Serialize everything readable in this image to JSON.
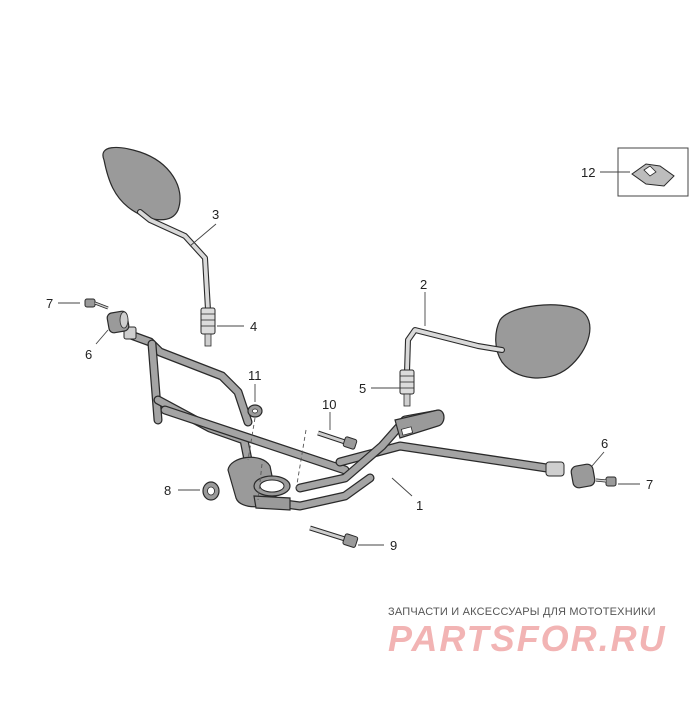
{
  "callouts": {
    "c1": "1",
    "c2": "2",
    "c3": "3",
    "c4": "4",
    "c5": "5",
    "c6a": "6",
    "c6b": "6",
    "c7a": "7",
    "c7b": "7",
    "c8": "8",
    "c9": "9",
    "c10": "10",
    "c11": "11",
    "c12": "12"
  },
  "watermark": {
    "tagline": "ЗАПЧАСТИ И АКСЕССУАРЫ ДЛЯ МОТОТЕХНИКИ",
    "brand": "PARTSFOR.RU"
  }
}
